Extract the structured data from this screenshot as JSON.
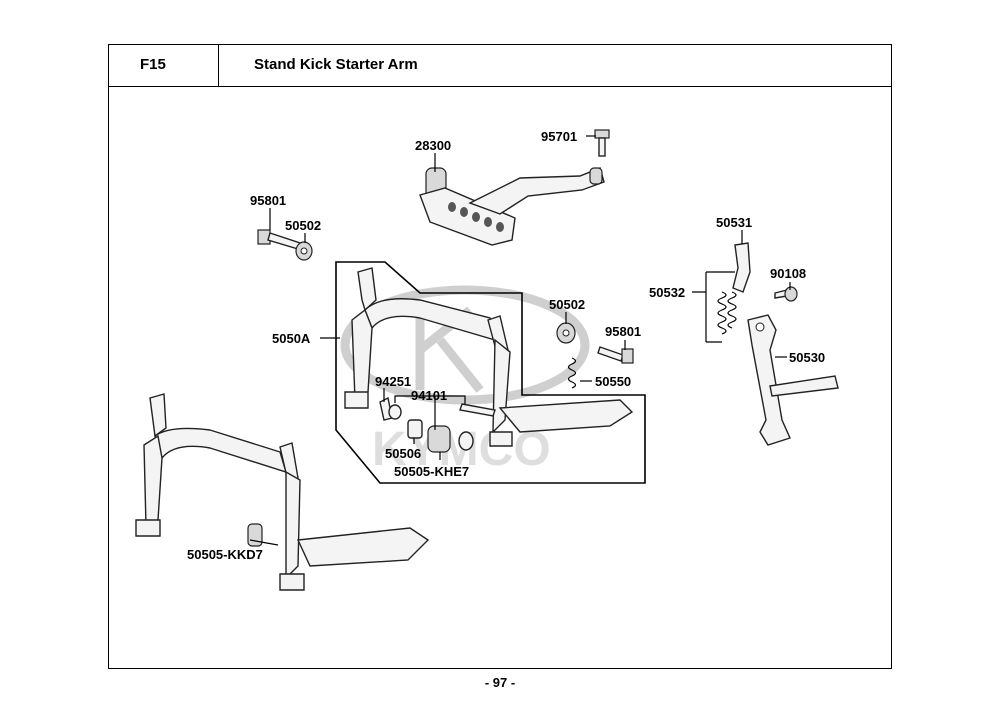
{
  "header": {
    "section_code": "F15",
    "title": "Stand  Kick Starter Arm"
  },
  "footer": {
    "page_number": "- 97 -"
  },
  "watermark": {
    "text": "KYMCO"
  },
  "parts": {
    "p28300": "28300",
    "p95701": "95701",
    "p95801_top": "95801",
    "p50502_top": "50502",
    "p50531": "50531",
    "p90108": "90108",
    "p50532": "50532",
    "p50502_mid": "50502",
    "p95801_mid": "95801",
    "p50530": "50530",
    "p5050A": "5050A",
    "p94251": "94251",
    "p94101": "94101",
    "p50550": "50550",
    "p50506": "50506",
    "p50505_KHE7": "50505-KHE7",
    "p50505_KKD7": "50505-KKD7"
  }
}
